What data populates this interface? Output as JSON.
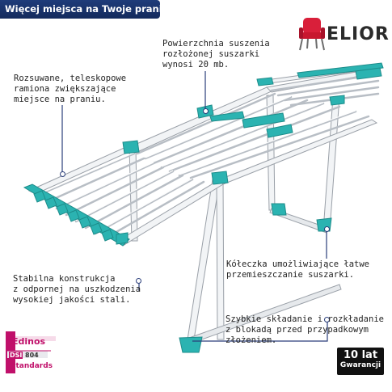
{
  "banner": {
    "text": "Więcej miejsca na Twoje pranie!"
  },
  "brand": {
    "name": "ELIOR",
    "chair_color": "#d91f3a"
  },
  "callouts": {
    "top": "Powierzchnia suszenia\nrozłożonej suszarki\nwynosi 20 mb.",
    "left_top": "Rozsuwane, teleskopowe\nramiona zwiększające\nmiejsce na praniu.",
    "left_bottom": "Stabilna konstrukcja\nz odpornej na uszkodzenia\nwysokiej jakości stali.",
    "right_mid": "Kółeczka umożliwiające łatwe\nprzemieszczanie suszarki.",
    "right_bottom": "Szybkie składanie i rozkładanie\nz blokadą przed przypadkowym\nzłożeniem."
  },
  "edinos": {
    "name": "Edinos",
    "dsi": "DSI",
    "code": "804",
    "standards": "Standards",
    "color": "#c0106a"
  },
  "guarantee": {
    "years": "10 lat",
    "label": "Gwarancji"
  },
  "colors": {
    "teal": "#2bb3b1",
    "frame": "#f2f4f6",
    "outline": "#9aa0a8",
    "pointer": "#2a3e7a"
  }
}
